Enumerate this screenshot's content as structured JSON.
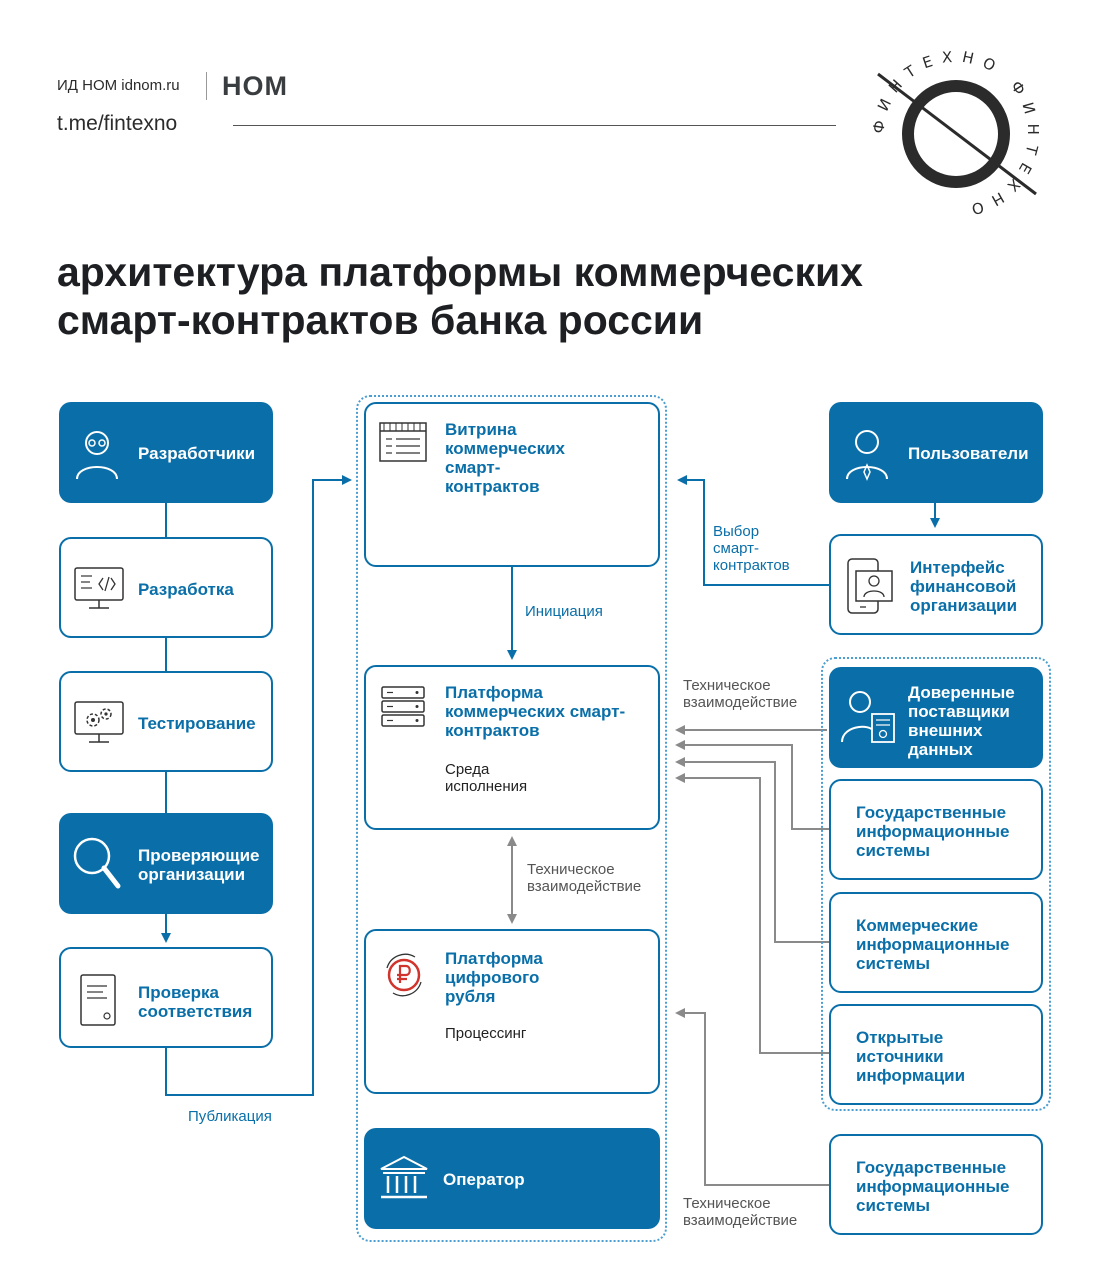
{
  "header": {
    "source": "ИД НОМ idnom.ru",
    "logo": "НОМ",
    "link": "t.me/fintexno",
    "stamp_text": "ФИНТЕХНО ФИНТЕХНО"
  },
  "title": {
    "line1": "архитектура платформы коммерческих",
    "line2": "смарт-контрактов банка россии"
  },
  "left_column": {
    "developers": "Разработчики",
    "development": "Разработка",
    "testing": "Тестирование",
    "auditors": "Проверяющие организации",
    "compliance": "Проверка соответствия",
    "publication": "Публикация"
  },
  "center_column": {
    "showcase": "Витрина коммерческих смарт-контрактов",
    "initiation": "Инициация",
    "platform": "Платформа коммерческих смарт-контрактов",
    "platform_sub": "Среда исполнения",
    "tech_interaction": "Техническое взаимодействие",
    "ruble": "Платформа цифрового рубля",
    "ruble_sub": "Процессинг",
    "operator": "Оператор"
  },
  "right_column": {
    "users": "Пользователи",
    "choice": "Выбор смарт-контрактов",
    "fin_interface": "Интерфейс финансовой организации",
    "tech_interaction_top": "Техническое взаимодействие",
    "trusted": "Доверенные поставщики внешних данных",
    "gov_systems": "Государственные информационные системы",
    "commercial_systems": "Коммерческие информационные системы",
    "open_sources": "Открытые источники информации",
    "gov_systems_2": "Государственные информационные системы",
    "tech_interaction_bottom": "Техническое взаимодействие"
  },
  "colors": {
    "accent": "#0a6fa8",
    "frame": "#4a9ed0",
    "connector_gray": "#8a8a8a",
    "ruble_red": "#d0342c"
  }
}
